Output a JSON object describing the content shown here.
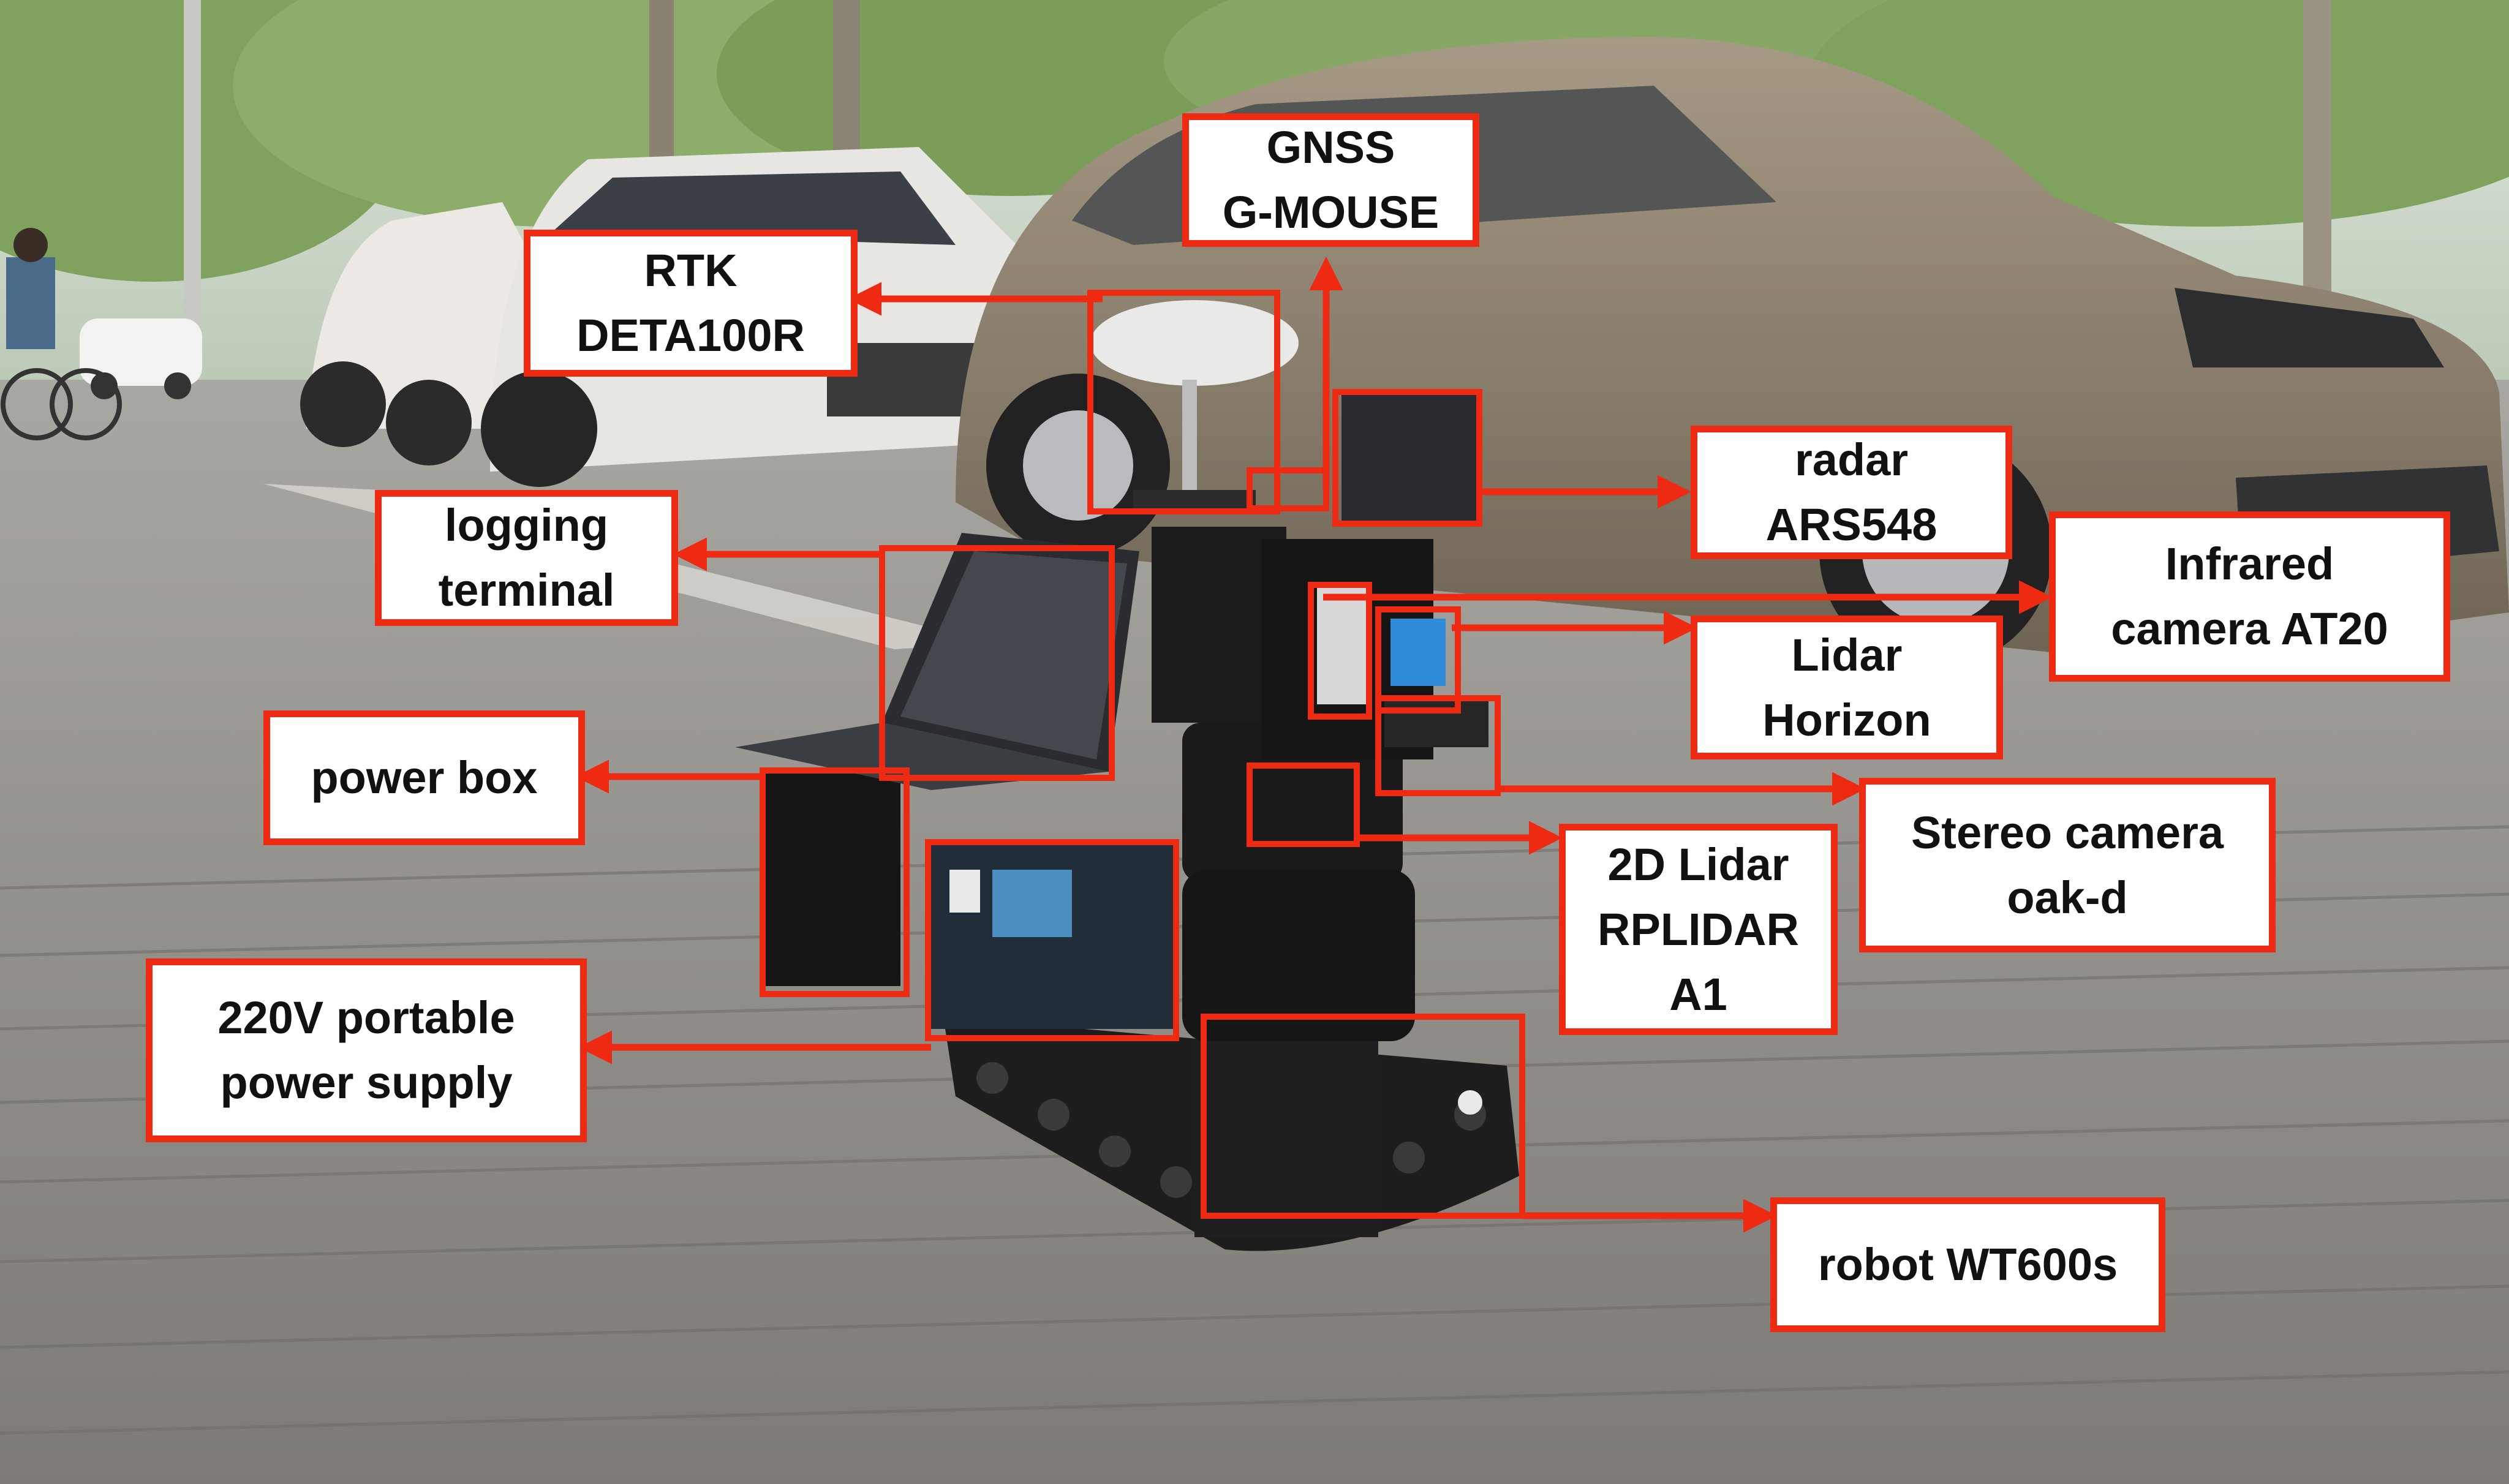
{
  "colors": {
    "accent": "#ee2a12",
    "label_bg": "#ffffff",
    "label_text": "#111111"
  },
  "labels": {
    "gnss": {
      "line1": "GNSS",
      "line2": "G-MOUSE"
    },
    "rtk": {
      "line1": "RTK",
      "line2": "DETA100R"
    },
    "radar": {
      "line1": "radar",
      "line2": "ARS548"
    },
    "logging": {
      "line1": "logging",
      "line2": "terminal"
    },
    "infrared": {
      "line1": "Infrared",
      "line2": "camera AT20"
    },
    "lidar_horizon": {
      "line1": "Lidar",
      "line2": "Horizon"
    },
    "power_box": {
      "line1": "power box"
    },
    "stereo": {
      "line1": "Stereo camera",
      "line2": "oak-d"
    },
    "lidar2d": {
      "line1": "2D Lidar",
      "line2": "RPLIDAR",
      "line3": "A1"
    },
    "power_supply": {
      "line1": "220V portable",
      "line2": "power supply"
    },
    "robot": {
      "line1": "robot WT600s"
    }
  }
}
